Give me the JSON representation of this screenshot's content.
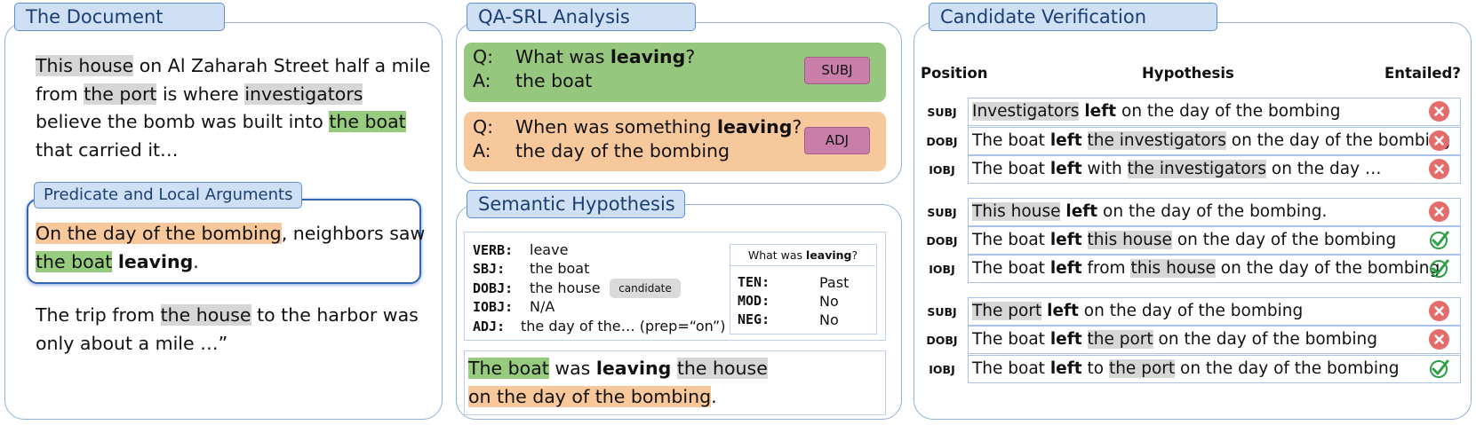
{
  "document": {
    "title": "The Document",
    "para1": [
      [
        {
          "t": "This house",
          "hl": "gray"
        },
        {
          "t": " on Al Zaharah Street half a mile"
        }
      ],
      [
        {
          "t": "from "
        },
        {
          "t": "the port",
          "hl": "gray"
        },
        {
          "t": " is where "
        },
        {
          "t": "investigators",
          "hl": "gray"
        }
      ],
      [
        {
          "t": "believe the bomb was built into "
        },
        {
          "t": "the boat",
          "hl": "green"
        }
      ],
      [
        {
          "t": "that carried it…"
        }
      ]
    ],
    "local_title": "Predicate and Local Arguments",
    "local": [
      [
        {
          "t": "On the day of the bombing",
          "hl": "orange"
        },
        {
          "t": ", neighbors saw"
        }
      ],
      [
        {
          "t": "the boat",
          "hl": "green"
        },
        {
          "t": " "
        },
        {
          "t": "leaving",
          "b": true
        },
        {
          "t": "."
        }
      ]
    ],
    "para2": [
      [
        {
          "t": "The trip from "
        },
        {
          "t": "the house",
          "hl": "gray"
        },
        {
          "t": " to the harbor was"
        }
      ],
      [
        {
          "t": "only about a mile …”"
        }
      ]
    ]
  },
  "qa_srl": {
    "title": "QA-SRL Analysis",
    "pairs": [
      {
        "q_label": "Q:",
        "a_label": "A:",
        "q": [
          {
            "t": "What was "
          },
          {
            "t": "leaving",
            "b": true
          },
          {
            "t": "?"
          }
        ],
        "a": "the boat",
        "role": "SUBJ",
        "color": "#97c67f"
      },
      {
        "q_label": "Q:",
        "a_label": "A:",
        "q": [
          {
            "t": "When was something "
          },
          {
            "t": "leaving",
            "b": true
          },
          {
            "t": "?"
          }
        ],
        "a": "the day of the bombing",
        "role": "ADJ",
        "color": "#f8c89d"
      }
    ]
  },
  "semantic": {
    "title": "Semantic Hypothesis",
    "frame": [
      {
        "key": "VERB:",
        "val": "leave"
      },
      {
        "key": "SBJ:",
        "val": "the boat"
      },
      {
        "key": "DOBJ:",
        "val": "the house"
      },
      {
        "key": "IOBJ:",
        "val": "N/A"
      },
      {
        "key": "ADJ:",
        "val": "the day of the…  (prep=“on”)"
      }
    ],
    "candidate_label": "candidate",
    "question": [
      {
        "t": "What was "
      },
      {
        "t": "leaving",
        "b": true
      },
      {
        "t": "?"
      }
    ],
    "features": [
      {
        "key": "TEN:",
        "val": "Past"
      },
      {
        "key": "MOD:",
        "val": "No"
      },
      {
        "key": "NEG:",
        "val": "No"
      }
    ],
    "hypothesis": [
      [
        {
          "t": "The boat",
          "hl": "green"
        },
        {
          "t": " was "
        },
        {
          "t": "leaving",
          "b": true
        },
        {
          "t": " "
        },
        {
          "t": "the house",
          "hl": "gray"
        }
      ],
      [
        {
          "t": "on the day of the bombing",
          "hl": "orange"
        },
        {
          "t": "."
        }
      ]
    ]
  },
  "verification": {
    "title": "Candidate Verification",
    "headers": {
      "position": "Position",
      "hypothesis": "Hypothesis",
      "entailed": "Entailed?"
    },
    "rows": [
      {
        "pos": "SUBJ",
        "entailed": false,
        "text": [
          {
            "t": "Investigators",
            "hl": "gray"
          },
          {
            "t": " "
          },
          {
            "t": "left",
            "b": true
          },
          {
            "t": " on the day of the bombing"
          }
        ]
      },
      {
        "pos": "DOBJ",
        "entailed": false,
        "text": [
          {
            "t": "The boat "
          },
          {
            "t": "left",
            "b": true
          },
          {
            "t": " "
          },
          {
            "t": "the investigators",
            "hl": "gray"
          },
          {
            "t": " on the day of the bombing"
          }
        ]
      },
      {
        "pos": "IOBJ",
        "entailed": false,
        "text": [
          {
            "t": "The boat "
          },
          {
            "t": "left",
            "b": true
          },
          {
            "t": " with "
          },
          {
            "t": "the investigators",
            "hl": "gray"
          },
          {
            "t": " on the day …"
          }
        ]
      },
      {
        "pos": "SUBJ",
        "entailed": false,
        "text": [
          {
            "t": "This house",
            "hl": "gray"
          },
          {
            "t": " "
          },
          {
            "t": "left",
            "b": true
          },
          {
            "t": " on the day of the bombing."
          }
        ]
      },
      {
        "pos": "DOBJ",
        "entailed": true,
        "text": [
          {
            "t": "The boat "
          },
          {
            "t": "left",
            "b": true
          },
          {
            "t": " "
          },
          {
            "t": "this house",
            "hl": "gray"
          },
          {
            "t": " on the day of the bombing"
          }
        ]
      },
      {
        "pos": "IOBJ",
        "entailed": true,
        "text": [
          {
            "t": "The boat "
          },
          {
            "t": "left",
            "b": true
          },
          {
            "t": " from "
          },
          {
            "t": "this house",
            "hl": "gray"
          },
          {
            "t": " on the day of the bombing"
          }
        ]
      },
      {
        "pos": "SUBJ",
        "entailed": false,
        "text": [
          {
            "t": "The port",
            "hl": "gray"
          },
          {
            "t": " "
          },
          {
            "t": "left",
            "b": true
          },
          {
            "t": " on the day of the bombing"
          }
        ]
      },
      {
        "pos": "DOBJ",
        "entailed": false,
        "text": [
          {
            "t": "The boat "
          },
          {
            "t": "left",
            "b": true
          },
          {
            "t": " "
          },
          {
            "t": "the port",
            "hl": "gray"
          },
          {
            "t": " on the day of the bombing"
          }
        ]
      },
      {
        "pos": "IOBJ",
        "entailed": true,
        "text": [
          {
            "t": "The boat "
          },
          {
            "t": "left",
            "b": true
          },
          {
            "t": " to "
          },
          {
            "t": "the port",
            "hl": "gray"
          },
          {
            "t": " on the day of the bombing"
          }
        ]
      }
    ]
  }
}
